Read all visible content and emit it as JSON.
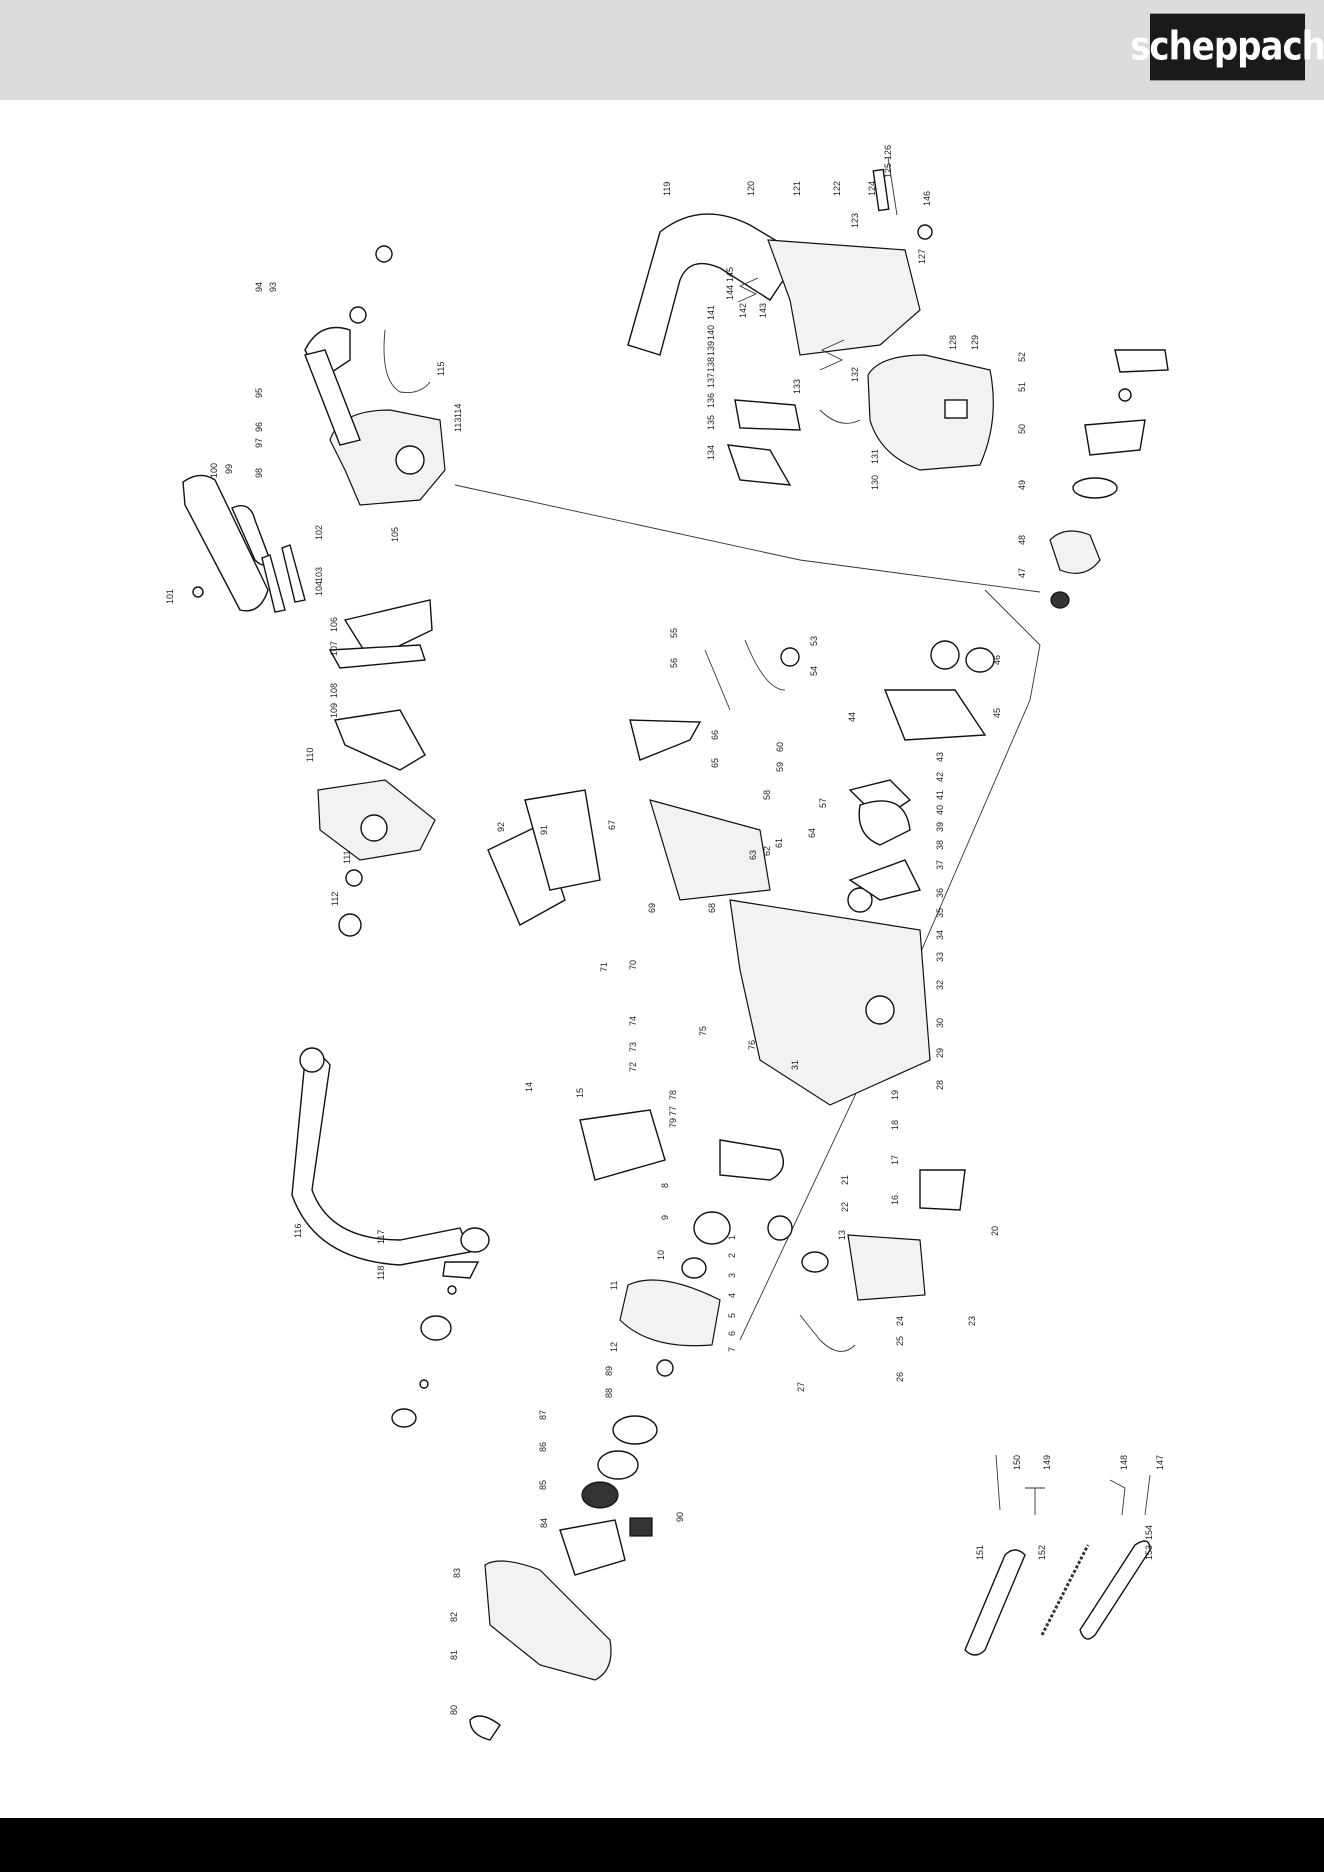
{
  "brand": {
    "logo_text": "scheppach"
  },
  "colors": {
    "header_bg": "#dcdcdc",
    "footer_bg": "#000000",
    "logo_bg": "#1a1a1a"
  },
  "diagram": {
    "labels": [
      {
        "id": "p1",
        "text": "1"
      },
      {
        "id": "p2",
        "text": "2"
      },
      {
        "id": "p3",
        "text": "3"
      },
      {
        "id": "p4",
        "text": "4"
      },
      {
        "id": "p5",
        "text": "5"
      },
      {
        "id": "p6",
        "text": "6"
      },
      {
        "id": "p7",
        "text": "7"
      },
      {
        "id": "p8",
        "text": "8"
      },
      {
        "id": "p9",
        "text": "9"
      },
      {
        "id": "p10",
        "text": "10"
      },
      {
        "id": "p11",
        "text": "11"
      },
      {
        "id": "p12",
        "text": "12"
      },
      {
        "id": "p13",
        "text": "13"
      },
      {
        "id": "p14",
        "text": "14"
      },
      {
        "id": "p15",
        "text": "15"
      },
      {
        "id": "p16",
        "text": "16"
      },
      {
        "id": "p17",
        "text": "17"
      },
      {
        "id": "p18",
        "text": "18"
      },
      {
        "id": "p19",
        "text": "19"
      },
      {
        "id": "p20",
        "text": "20"
      },
      {
        "id": "p21",
        "text": "21"
      },
      {
        "id": "p22",
        "text": "22"
      },
      {
        "id": "p23",
        "text": "23"
      },
      {
        "id": "p24",
        "text": "24"
      },
      {
        "id": "p25",
        "text": "25"
      },
      {
        "id": "p26",
        "text": "26"
      },
      {
        "id": "p27",
        "text": "27"
      },
      {
        "id": "p28",
        "text": "28"
      },
      {
        "id": "p29",
        "text": "29"
      },
      {
        "id": "p30",
        "text": "30"
      },
      {
        "id": "p31",
        "text": "31"
      },
      {
        "id": "p32",
        "text": "32"
      },
      {
        "id": "p33",
        "text": "33"
      },
      {
        "id": "p34",
        "text": "34"
      },
      {
        "id": "p35",
        "text": "35"
      },
      {
        "id": "p36",
        "text": "36"
      },
      {
        "id": "p37",
        "text": "37"
      },
      {
        "id": "p38",
        "text": "38"
      },
      {
        "id": "p39",
        "text": "39"
      },
      {
        "id": "p40",
        "text": "40"
      },
      {
        "id": "p41",
        "text": "41"
      },
      {
        "id": "p42",
        "text": "42"
      },
      {
        "id": "p43",
        "text": "43"
      },
      {
        "id": "p44",
        "text": "44"
      },
      {
        "id": "p45",
        "text": "45"
      },
      {
        "id": "p46",
        "text": "46"
      },
      {
        "id": "p47",
        "text": "47"
      },
      {
        "id": "p48",
        "text": "48"
      },
      {
        "id": "p49",
        "text": "49"
      },
      {
        "id": "p50",
        "text": "50"
      },
      {
        "id": "p51",
        "text": "51"
      },
      {
        "id": "p52",
        "text": "52"
      },
      {
        "id": "p53",
        "text": "53"
      },
      {
        "id": "p54",
        "text": "54"
      },
      {
        "id": "p55",
        "text": "55"
      },
      {
        "id": "p56",
        "text": "56"
      },
      {
        "id": "p57",
        "text": "57"
      },
      {
        "id": "p58",
        "text": "58"
      },
      {
        "id": "p59",
        "text": "59"
      },
      {
        "id": "p60",
        "text": "60"
      },
      {
        "id": "p61",
        "text": "61"
      },
      {
        "id": "p62",
        "text": "62"
      },
      {
        "id": "p63",
        "text": "63"
      },
      {
        "id": "p64",
        "text": "64"
      },
      {
        "id": "p65",
        "text": "65"
      },
      {
        "id": "p66",
        "text": "66"
      },
      {
        "id": "p67",
        "text": "67"
      },
      {
        "id": "p68",
        "text": "68"
      },
      {
        "id": "p69",
        "text": "69"
      },
      {
        "id": "p70",
        "text": "70"
      },
      {
        "id": "p71",
        "text": "71"
      },
      {
        "id": "p72",
        "text": "72"
      },
      {
        "id": "p73",
        "text": "73"
      },
      {
        "id": "p74",
        "text": "74"
      },
      {
        "id": "p75",
        "text": "75"
      },
      {
        "id": "p76",
        "text": "76"
      },
      {
        "id": "p77",
        "text": "77"
      },
      {
        "id": "p78",
        "text": "78"
      },
      {
        "id": "p79",
        "text": "79"
      },
      {
        "id": "p80",
        "text": "80"
      },
      {
        "id": "p81",
        "text": "81"
      },
      {
        "id": "p82",
        "text": "82"
      },
      {
        "id": "p83",
        "text": "83"
      },
      {
        "id": "p84",
        "text": "84"
      },
      {
        "id": "p85",
        "text": "85"
      },
      {
        "id": "p86",
        "text": "86"
      },
      {
        "id": "p87",
        "text": "87"
      },
      {
        "id": "p88",
        "text": "88"
      },
      {
        "id": "p89",
        "text": "89"
      },
      {
        "id": "p90",
        "text": "90"
      },
      {
        "id": "p91",
        "text": "91"
      },
      {
        "id": "p92",
        "text": "92"
      },
      {
        "id": "p93",
        "text": "93"
      },
      {
        "id": "p94",
        "text": "94"
      },
      {
        "id": "p95",
        "text": "95"
      },
      {
        "id": "p96",
        "text": "96"
      },
      {
        "id": "p97",
        "text": "97"
      },
      {
        "id": "p98",
        "text": "98"
      },
      {
        "id": "p99",
        "text": "99"
      },
      {
        "id": "p100",
        "text": "100"
      },
      {
        "id": "p101",
        "text": "101"
      },
      {
        "id": "p102",
        "text": "102"
      },
      {
        "id": "p103",
        "text": "103"
      },
      {
        "id": "p104",
        "text": "104"
      },
      {
        "id": "p105",
        "text": "105"
      },
      {
        "id": "p106",
        "text": "106"
      },
      {
        "id": "p107",
        "text": "107"
      },
      {
        "id": "p108",
        "text": "108"
      },
      {
        "id": "p109",
        "text": "109"
      },
      {
        "id": "p110",
        "text": "110"
      },
      {
        "id": "p111",
        "text": "111"
      },
      {
        "id": "p112",
        "text": "112"
      },
      {
        "id": "p113",
        "text": "113"
      },
      {
        "id": "p114",
        "text": "114"
      },
      {
        "id": "p115",
        "text": "115"
      },
      {
        "id": "p116",
        "text": "116"
      },
      {
        "id": "p117",
        "text": "117"
      },
      {
        "id": "p118",
        "text": "118"
      },
      {
        "id": "p119",
        "text": "119"
      },
      {
        "id": "p120",
        "text": "120"
      },
      {
        "id": "p121",
        "text": "121"
      },
      {
        "id": "p122",
        "text": "122"
      },
      {
        "id": "p123",
        "text": "123"
      },
      {
        "id": "p124",
        "text": "124"
      },
      {
        "id": "p125",
        "text": "125"
      },
      {
        "id": "p126",
        "text": "126"
      },
      {
        "id": "p127",
        "text": "127"
      },
      {
        "id": "p128",
        "text": "128"
      },
      {
        "id": "p129",
        "text": "129"
      },
      {
        "id": "p130",
        "text": "130"
      },
      {
        "id": "p131",
        "text": "131"
      },
      {
        "id": "p132",
        "text": "132"
      },
      {
        "id": "p133",
        "text": "133"
      },
      {
        "id": "p134",
        "text": "134"
      },
      {
        "id": "p135",
        "text": "135"
      },
      {
        "id": "p136",
        "text": "136"
      },
      {
        "id": "p137",
        "text": "137"
      },
      {
        "id": "p138",
        "text": "138"
      },
      {
        "id": "p139",
        "text": "139"
      },
      {
        "id": "p140",
        "text": "140"
      },
      {
        "id": "p141",
        "text": "141"
      },
      {
        "id": "p142",
        "text": "142"
      },
      {
        "id": "p143",
        "text": "143"
      },
      {
        "id": "p144",
        "text": "144"
      },
      {
        "id": "p145",
        "text": "145"
      },
      {
        "id": "p146",
        "text": "146"
      },
      {
        "id": "p147",
        "text": "147"
      },
      {
        "id": "p148",
        "text": "148"
      },
      {
        "id": "p149",
        "text": "149"
      },
      {
        "id": "p150",
        "text": "150"
      },
      {
        "id": "p151",
        "text": "151"
      },
      {
        "id": "p152",
        "text": "152"
      },
      {
        "id": "p153",
        "text": "153"
      },
      {
        "id": "p154",
        "text": "154"
      }
    ]
  }
}
